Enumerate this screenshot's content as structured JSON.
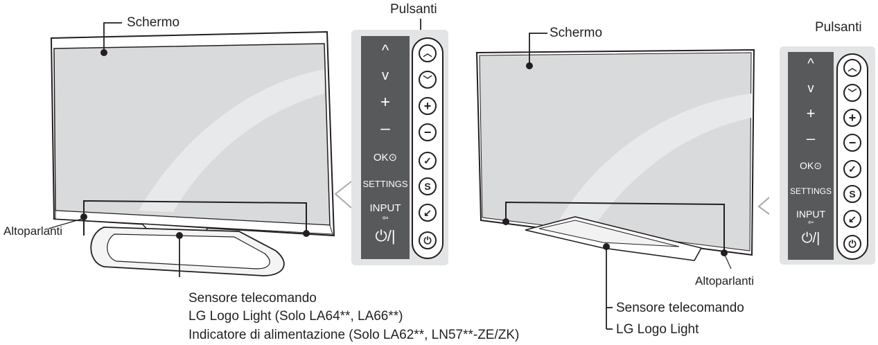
{
  "left": {
    "screen_label": "Schermo",
    "buttons_label": "Pulsanti",
    "speakers_label": "Altoparlanti",
    "callouts": [
      "Sensore telecomando",
      "LG Logo Light (Solo LA64**, LA66**)",
      "Indicatore di alimentazione (Solo LA62**, LN57**-ZE/ZK)"
    ]
  },
  "right": {
    "screen_label": "Schermo",
    "buttons_label": "Pulsanti",
    "speakers_label": "Altoparlanti",
    "callouts": [
      "Sensore telecomando",
      "LG Logo Light"
    ]
  },
  "keys": {
    "up": "^",
    "down": "v",
    "plus": "+",
    "minus": "–",
    "ok": "OK⊙",
    "settings": "SETTINGS",
    "input": "INPUT",
    "input_glyph": "⇦",
    "power": "⏻/|"
  },
  "button_icons": {
    "up": "︿",
    "down": "﹀",
    "plus": "+",
    "minus": "−",
    "ok": "✓",
    "settings": "S",
    "input": "↙",
    "power": "⏻"
  },
  "colors": {
    "outline": "#231f20",
    "screen": "#d9dadb",
    "key_strip": "#58595b",
    "panel": "#e3e4e5"
  }
}
